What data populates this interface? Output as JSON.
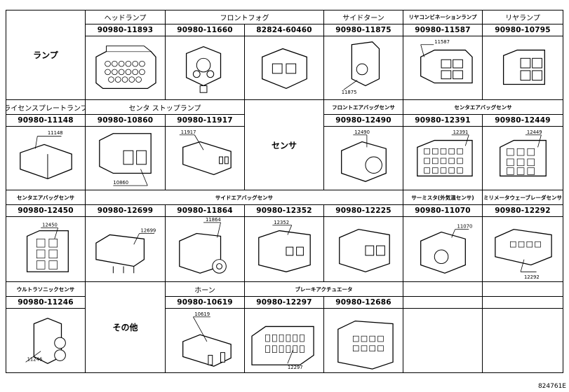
{
  "labels": {
    "lamp": "ランプ",
    "sensor": "センサ",
    "other": "その他",
    "figure_code": "824761E"
  },
  "row1": {
    "headers": [
      "ヘッドランプ",
      "フロントフォグ",
      "サイドターン",
      "リヤコンビネーションランプ",
      "リヤランプ"
    ],
    "parts": [
      "90980-11893",
      "90980-11660",
      "82824-60460",
      "90980-11875",
      "90980-11587",
      "90980-10795"
    ],
    "callouts": {
      "side_turn": "11875",
      "rear_combi": "11587"
    }
  },
  "row2": {
    "headers": [
      "ライセンスプレートランプ",
      "センタ ストップランプ",
      "フロントエアバッグセンサ",
      "センタエアバッグセンサ"
    ],
    "parts": [
      "90980-11148",
      "90980-10860",
      "90980-11917",
      "90980-12490",
      "90980-12391",
      "90980-12449"
    ],
    "callouts": {
      "license": "11148",
      "center_stop_a": "10860",
      "center_stop_b": "11917",
      "front_airbag": "12490",
      "center_airbag_a": "12391",
      "center_airbag_b": "12449"
    }
  },
  "row3": {
    "headers": [
      "センタエアバッグセンサ",
      "サイドエアバッグセンサ",
      "サーミスタ(外気温センサ)",
      "ミリメータウェーブレーダセンサ"
    ],
    "parts": [
      "90980-12450",
      "90980-12699",
      "90980-11864",
      "90980-12352",
      "90980-12225",
      "90980-11070",
      "90980-12292"
    ],
    "callouts": {
      "center_airbag": "12450",
      "side_airbag_a": "12699",
      "side_airbag_b": "11864",
      "side_airbag_c": "12352",
      "thermistor": "11070",
      "radar": "12292"
    }
  },
  "row4": {
    "headers": [
      "ウルトラソニックセンサ",
      "ホーン",
      "ブレーキアクチュエータ"
    ],
    "parts": [
      "90980-11246",
      "90980-10619",
      "90980-12297",
      "90980-12686"
    ],
    "callouts": {
      "ultrasonic": "11246",
      "horn": "10619",
      "brake": "12297"
    }
  }
}
